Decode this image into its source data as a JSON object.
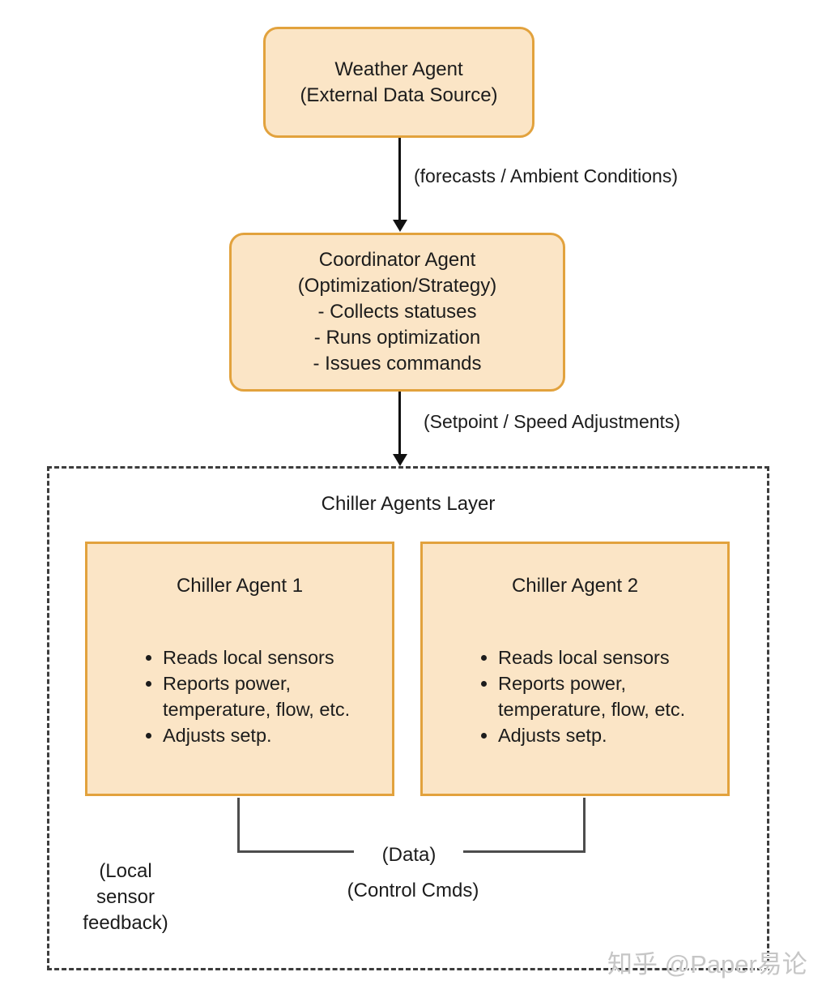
{
  "colors": {
    "box_fill": "#FBE5C6",
    "box_border": "#E2A23D",
    "dashed_border": "#3d3d3d",
    "connector_line": "#4d4d4d",
    "arrow": "#111111",
    "text": "#1c1c1c",
    "watermark": "#c6c6c6"
  },
  "weather_box": {
    "title": "Weather Agent",
    "subtitle": "(External Data Source)"
  },
  "arrow1": {
    "label": "(forecasts / Ambient Conditions)"
  },
  "coordinator_box": {
    "title": "Coordinator Agent",
    "subtitle": "(Optimization/Strategy)",
    "items": [
      "- Collects statuses",
      "- Runs optimization",
      "- Issues commands"
    ]
  },
  "arrow2": {
    "label": "(Setpoint / Speed Adjustments)"
  },
  "chiller_layer": {
    "title": "Chiller Agents Layer",
    "agents": [
      {
        "title": "Chiller Agent 1",
        "bullets": [
          "Reads local sensors",
          "Reports power, temperature, flow, etc.",
          "Adjusts setp."
        ]
      },
      {
        "title": "Chiller Agent 2",
        "bullets": [
          "Reads local sensors",
          "Reports power, temperature, flow, etc.",
          "Adjusts setp."
        ]
      }
    ],
    "data_label": "(Data)",
    "control_label": "(Control Cmds)",
    "feedback_label": "(Local\nsensor\nfeedback)"
  },
  "watermark": "知乎 @Paper易论"
}
